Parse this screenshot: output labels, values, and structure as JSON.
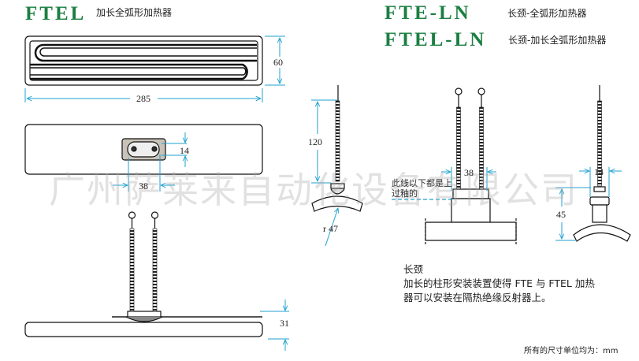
{
  "left": {
    "title": "FTEL",
    "subtitle": "加长全弧形加热器",
    "dims": {
      "height": "60",
      "length": "285",
      "connector_height": "14",
      "connector_spacing": "38",
      "thickness": "31"
    }
  },
  "right": {
    "title1": "FTE-LN",
    "subtitle1": "长颈-全弧形加热器",
    "title2": "FTEL-LN",
    "subtitle2": "长颈-加长全弧形加热器",
    "dims": {
      "lead_length": "120",
      "radius": "r 47",
      "lead_spacing": "38",
      "neck_width": "14",
      "neck_height": "45"
    },
    "glaze_note": [
      "此线以下都是上",
      "过釉的"
    ]
  },
  "description": {
    "heading": "长颈",
    "line1": "加长的柱形安装装置使得 FTE 与 FTEL 加热",
    "line2": "器可以安装在隔热绝缘反射器上。"
  },
  "footer": "所有的尺寸单位均为：mm",
  "watermark": "广州萨莱来自动化设备有限公司",
  "colors": {
    "title": "#1b7f42",
    "dimension": "#1fa0d0",
    "line": "#111111"
  }
}
